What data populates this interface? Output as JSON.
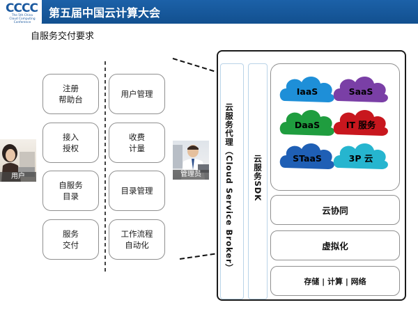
{
  "header": {
    "title": "第五届中国云计算大会",
    "logo": {
      "mark": "CCCC",
      "text": [
        "The 5th China",
        "Cloud Computing",
        "Conference"
      ]
    },
    "bg_color": "#1c61a8"
  },
  "subtitle": "自服务交付要求",
  "left_grid": {
    "col1": [
      "注册\n帮助台",
      "接入\n授权",
      "自服务\n目录",
      "服务\n交付"
    ],
    "col2": [
      "用户管理",
      "收费\n计量",
      "目录管理",
      "工作流程\n自动化"
    ]
  },
  "actors": {
    "user": "用户",
    "admin": "管理员"
  },
  "right_panel": {
    "broker": "云服务代理（Cloud Service Broker）",
    "sdk": "云服务SDK",
    "clouds": [
      {
        "label": "IaaS",
        "color": "#1e8fd8"
      },
      {
        "label": "SaaS",
        "color": "#7a3fa6"
      },
      {
        "label": "DaaS",
        "color": "#1f9d3f"
      },
      {
        "label": "IT 服务",
        "color": "#c8171e"
      },
      {
        "label": "STaaS",
        "color": "#1f5fb5"
      },
      {
        "label": "3P 云",
        "color": "#26b5cf"
      }
    ],
    "layers": [
      "云协同",
      "虚拟化",
      "存储 | 计算 | 网络"
    ]
  }
}
